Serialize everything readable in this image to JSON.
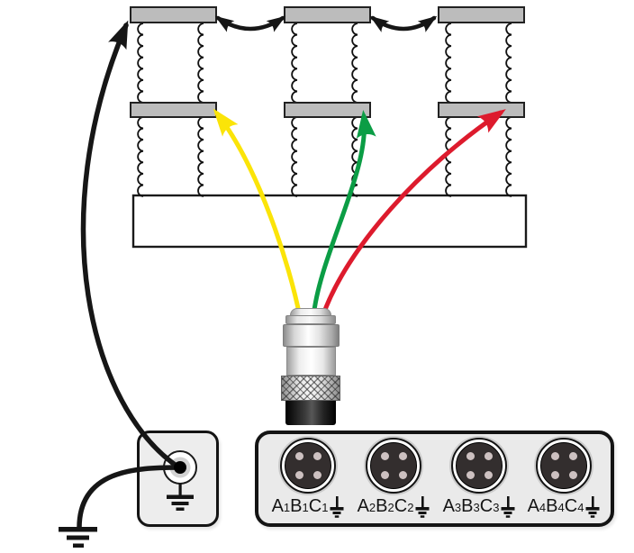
{
  "breaker": {
    "poles": 3,
    "links_between_tops": 2
  },
  "panel": {
    "ports": [
      {
        "label": "A1B1C1"
      },
      {
        "label": "A2B2C2"
      },
      {
        "label": "A3B3C3"
      },
      {
        "label": "A4B4C4"
      }
    ]
  },
  "colors": {
    "arrow-yellow": "#fbe408",
    "arrow-green": "#0b9d45",
    "arrow-red": "#dd1b2d",
    "wire-black": "#161616",
    "cap-gray": "#bcbcbc",
    "panel-bg": "#eaeaea",
    "box-bg": "#ededed",
    "pin-gray": "#cdc1c1",
    "socket-dark": "#332e2e"
  }
}
